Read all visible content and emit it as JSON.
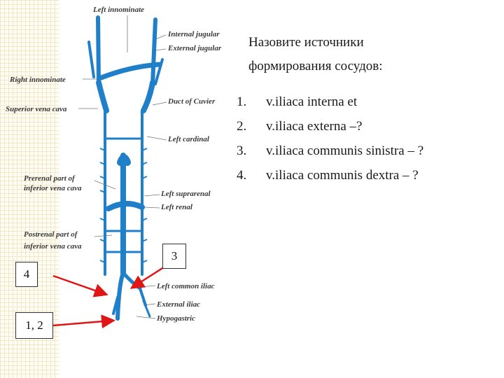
{
  "heading": {
    "line1": "Назовите источники",
    "line2": "формирования сосудов:"
  },
  "questions": [
    {
      "number": "1.",
      "text": "v.iliaca interna et"
    },
    {
      "number": "2.",
      "text": "v.iliaca externa –?"
    },
    {
      "number": "3.",
      "text": "v.iliaca communis sinistra – ?"
    },
    {
      "number": "4.",
      "text": "v.iliaca communis dextra – ?"
    }
  ],
  "diagram": {
    "labels": {
      "left_innominate": "Left innominate",
      "internal_jugular": "Internal jugular",
      "external_jugular": "External jugular",
      "right_innominate": "Right innominate",
      "duct_of_cuvier": "Duct of Cuvier",
      "superior_vena_cava": "Superior vena cava",
      "left_cardinal": "Left cardinal",
      "prerenal_1": "Prerenal part of",
      "prerenal_2": "inferior vena cava",
      "left_suprarenal": "Left suprarenal",
      "left_renal": "Left renal",
      "postrenal_1": "Postrenal part of",
      "postrenal_2": "inferior vena cava",
      "left_common_iliac": "Left common iliac",
      "external_iliac": "External iliac",
      "hypogastric": "Hypogastric"
    },
    "markers": {
      "m3": "3",
      "m4": "4",
      "m12": "1, 2"
    },
    "vein_color": "#1f7fc9",
    "arrow_color": "#e01515"
  }
}
